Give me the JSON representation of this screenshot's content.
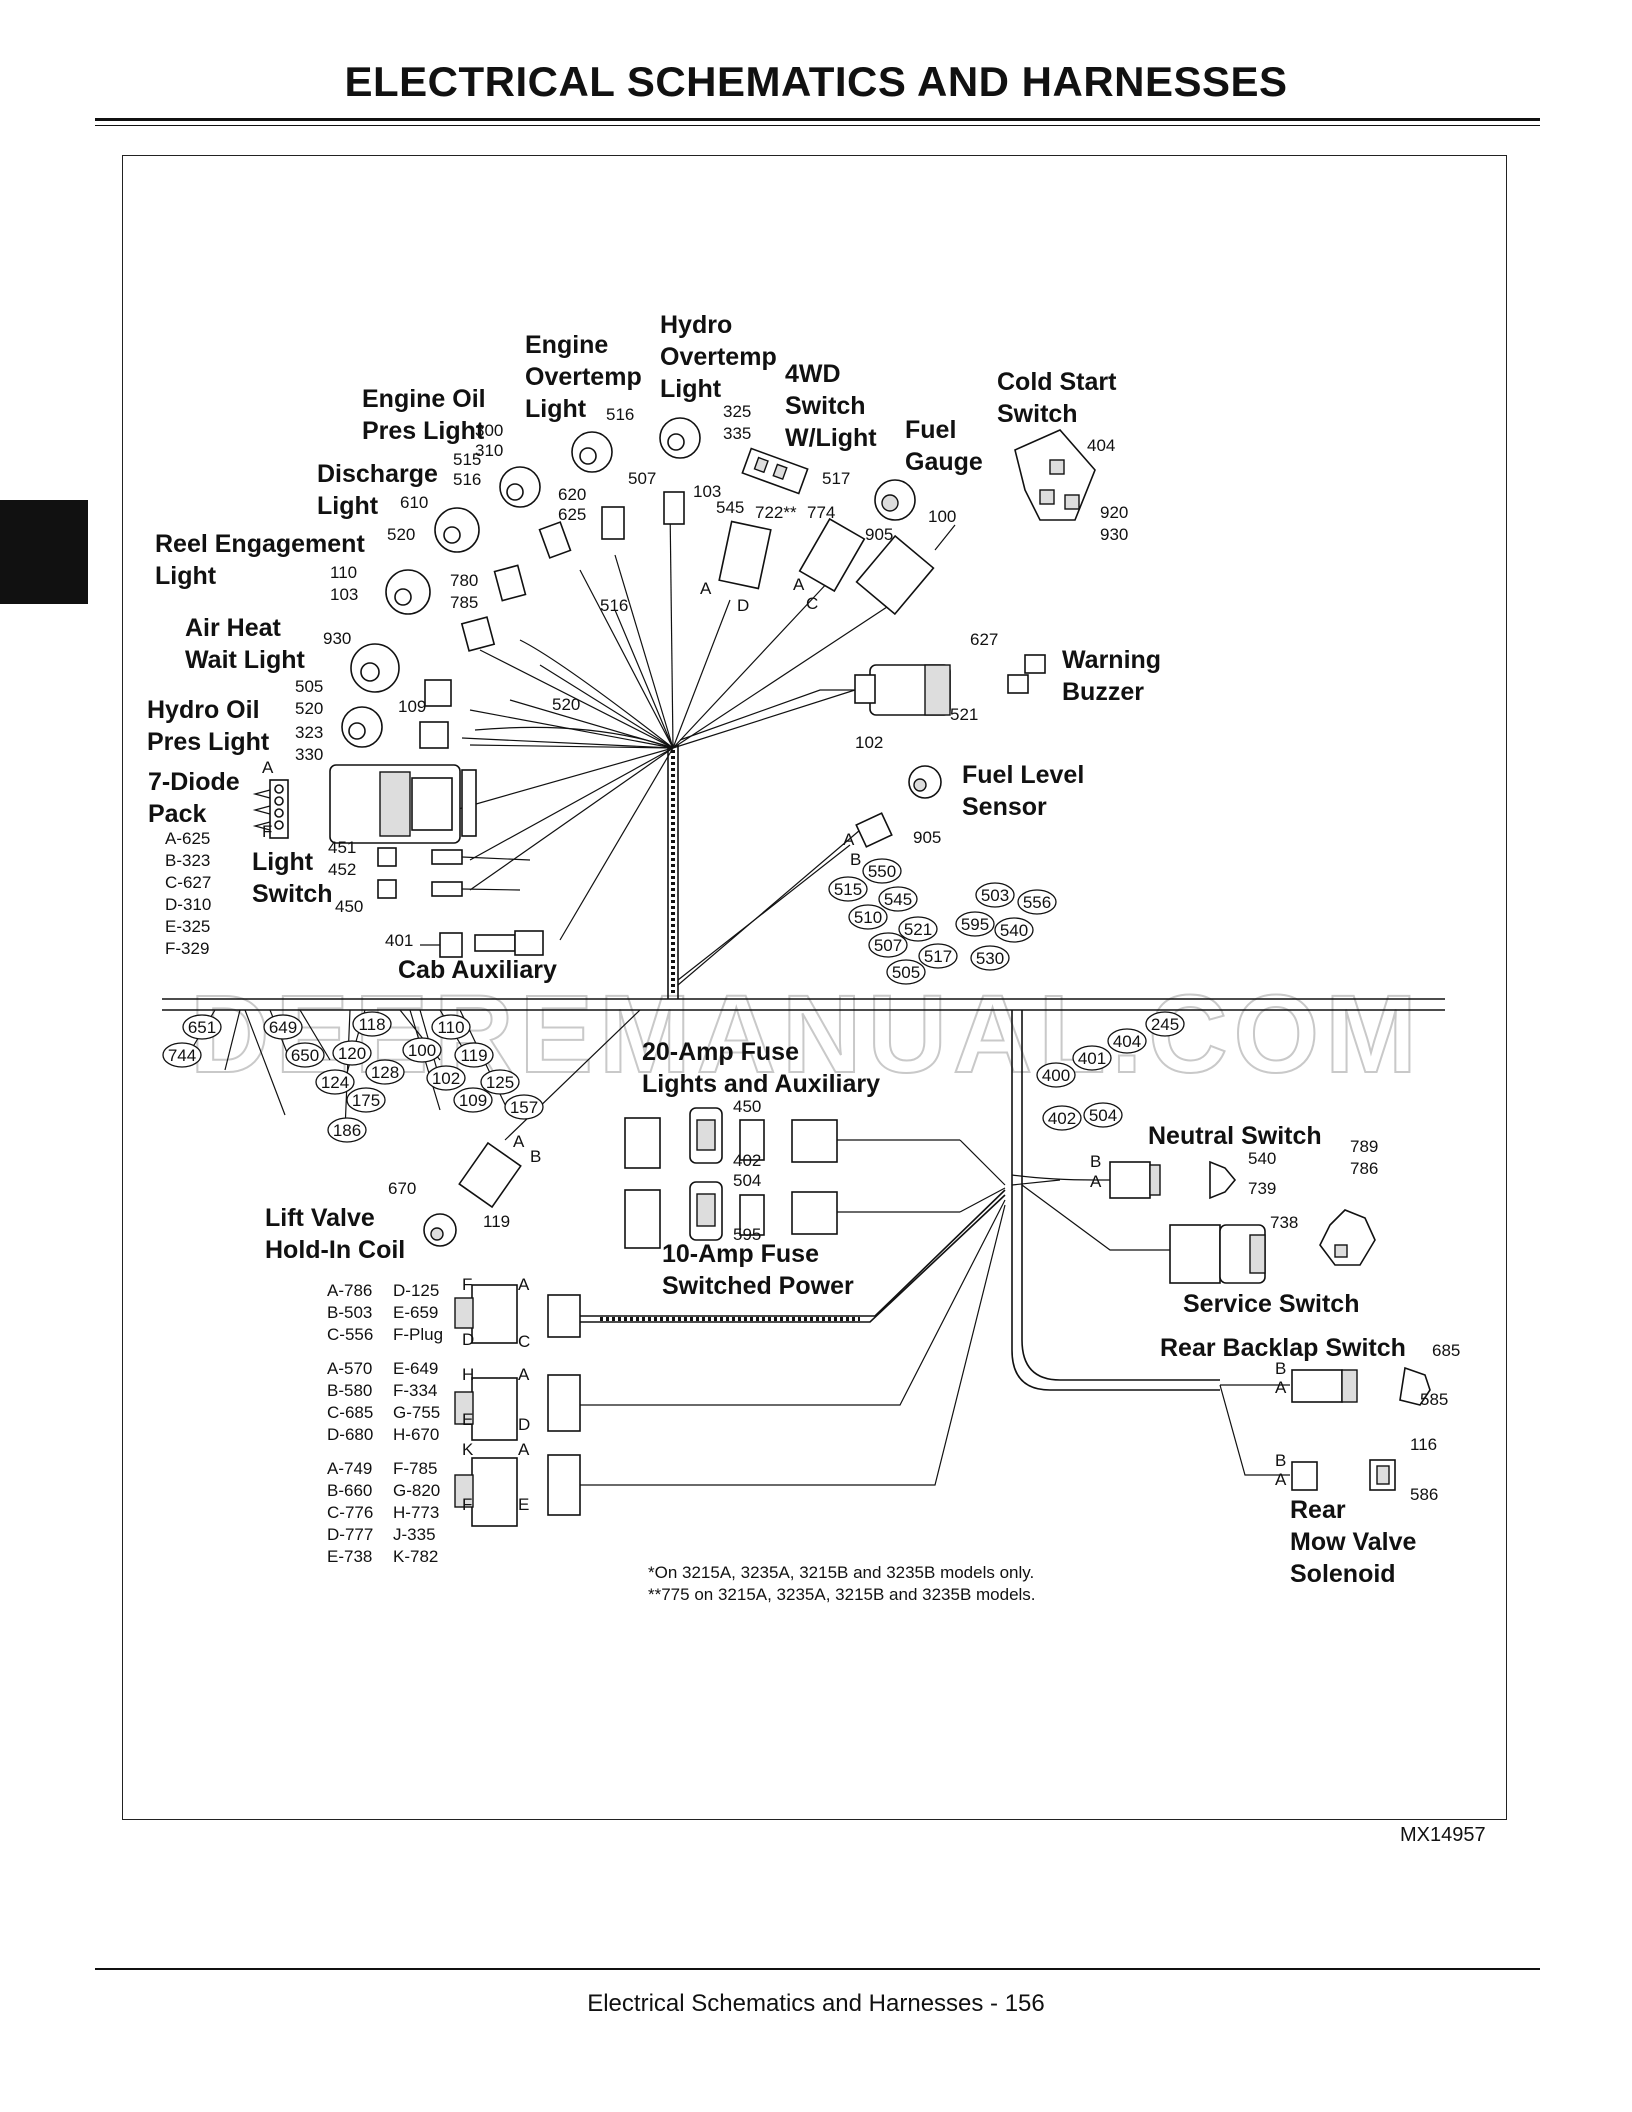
{
  "page": {
    "title": "ELECTRICAL   SCHEMATICS AND HARNESSES",
    "footer": "Electrical   Schematics and Harnesses  - 156",
    "figure_id": "MX14957"
  },
  "watermark": "DEEREMANUAL.COM",
  "labels": {
    "engine_overtemp": [
      "Engine",
      "Overtemp",
      "Light"
    ],
    "hydro_overtemp": [
      "Hydro",
      "Overtemp",
      "Light"
    ],
    "fwd_switch": [
      "4WD",
      "Switch",
      "W/Light"
    ],
    "fuel_gauge": [
      "Fuel",
      "Gauge"
    ],
    "cold_start": [
      "Cold Start",
      "Switch"
    ],
    "engine_oil": [
      "Engine Oil",
      "Pres Light"
    ],
    "discharge": [
      "Discharge",
      "Light"
    ],
    "reel_engagement": [
      "Reel Engagement",
      "Light"
    ],
    "air_heat": [
      "Air Heat",
      "Wait Light"
    ],
    "hydro_oil": [
      "Hydro Oil",
      "Pres Light"
    ],
    "diode_pack": [
      "7-Diode",
      "Pack"
    ],
    "light_switch": [
      "Light",
      "Switch"
    ],
    "cab_aux": "Cab Auxiliary",
    "warning_buzzer": [
      "Warning",
      "Buzzer"
    ],
    "fuel_level": [
      "Fuel Level",
      "Sensor"
    ],
    "fuse20": [
      "20-Amp Fuse",
      "Lights and Auxiliary"
    ],
    "fuse10": [
      "10-Amp Fuse",
      "Switched Power"
    ],
    "neutral_switch": "Neutral Switch",
    "service_switch": "Service Switch",
    "rear_backlap": "Rear Backlap Switch",
    "rear_mow": [
      "Rear",
      "Mow Valve",
      "Solenoid"
    ],
    "lift_valve": [
      "Lift Valve",
      "Hold-In Coil"
    ]
  },
  "diode_pins": [
    "A-625",
    "B-323",
    "C-627",
    "D-310",
    "E-325",
    "F-329"
  ],
  "connector1_pins": [
    [
      "A-786",
      "D-125"
    ],
    [
      "B-503",
      "E-659"
    ],
    [
      "C-556",
      "F-Plug"
    ]
  ],
  "connector2_pins": [
    [
      "A-570",
      "E-649"
    ],
    [
      "B-580",
      "F-334"
    ],
    [
      "C-685",
      "G-755"
    ],
    [
      "D-680",
      "H-670"
    ]
  ],
  "connector3_pins": [
    [
      "A-749",
      "F-785"
    ],
    [
      "B-660",
      "G-820"
    ],
    [
      "C-776",
      "H-773"
    ],
    [
      "D-777",
      "J-335"
    ],
    [
      "E-738",
      "K-782"
    ]
  ],
  "notes": [
    "*On 3215A, 3235A, 3215B and 3235B models only.",
    "**775 on 3215A, 3235A, 3215B and 3235B models."
  ],
  "wire_numbers": {
    "engine_oil_a": "300",
    "engine_oil_b": "310",
    "eng_overtemp": "516",
    "hydro_overtemp_a": "325",
    "hydro_overtemp_b": "335",
    "discharge_a": "515",
    "discharge_b": "516",
    "discharge_c": "610",
    "discharge_d": "520",
    "eng_620": "620",
    "eng_625": "625",
    "hydro_507": "507",
    "fwd_103": "103",
    "fwd_545": "545",
    "fwd_722": "722**",
    "fwd_774": "774",
    "fuel_517": "517",
    "fuel_100": "100",
    "fuel_905": "905",
    "cold_404": "404",
    "cold_920": "920",
    "cold_930": "930",
    "reel_110": "110",
    "reel_103": "103",
    "reel_780": "780",
    "reel_785": "785",
    "mid_516": "516",
    "mid_520": "520",
    "air_930": "930",
    "air_505": "505",
    "air_520": "520",
    "air_109": "109",
    "hydro_323": "323",
    "hydro_330": "330",
    "buzzer_627": "627",
    "buzzer_521": "521",
    "fuel_level_102": "102",
    "fuel_level_905": "905",
    "ls_451": "451",
    "ls_452": "452",
    "ls_450": "450",
    "cab_401": "401",
    "fuse_450": "450",
    "fuse_402": "402",
    "fuse_504": "504",
    "fuse_595": "595",
    "neutral_540": "540",
    "neutral_739": "739",
    "service_789": "789",
    "service_786": "786",
    "service_738": "738",
    "backlap_685": "685",
    "backlap_585": "585",
    "mow_116": "116",
    "mow_586": "586",
    "lift_670": "670",
    "lift_119": "119",
    "pin_A": "A",
    "pin_B": "B",
    "pin_C": "C",
    "pin_D": "D",
    "pin_E": "E",
    "pin_F": "F",
    "pin_H": "H",
    "pin_K": "K"
  },
  "splice_bubbles": {
    "left": [
      "651",
      "649",
      "118",
      "110",
      "744",
      "650",
      "120",
      "100",
      "119",
      "128",
      "124",
      "102",
      "125",
      "175",
      "109",
      "157",
      "186"
    ],
    "upper_right": [
      "550",
      "515",
      "545",
      "503",
      "556",
      "510",
      "521",
      "595",
      "540",
      "507",
      "517",
      "530",
      "505"
    ],
    "right": [
      "245",
      "404",
      "401",
      "400",
      "402",
      "504"
    ]
  }
}
